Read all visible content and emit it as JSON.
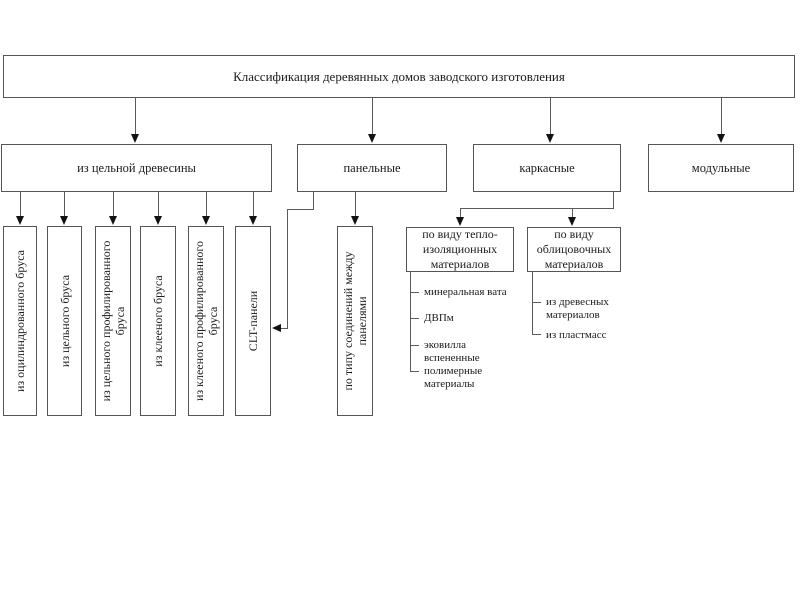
{
  "title": "Классификация деревянных домов заводского изготовления",
  "colors": {
    "line": "#5a5a5a",
    "arrow": "#121212",
    "text": "#1b1b1b",
    "background": "#ffffff"
  },
  "branches": {
    "solid_wood": {
      "label": "из цельной древесины",
      "children": [
        {
          "label": "из оцилиндрованного бруса"
        },
        {
          "label": "из цельного бруса"
        },
        {
          "lines": [
            "из цельного профилированного",
            "бруса"
          ]
        },
        {
          "label": "из клееного бруса"
        },
        {
          "lines": [
            "из клееного профилированного",
            "бруса"
          ]
        },
        {
          "label": "CLT-панели"
        }
      ]
    },
    "panel": {
      "label": "панельные",
      "children": [
        {
          "lines": [
            "по типу соединений между",
            "панелями"
          ]
        }
      ]
    },
    "frame": {
      "label": "каркасные",
      "children": [
        {
          "lines": [
            "по виду тепло-",
            "изоляционных",
            "материалов"
          ],
          "items": [
            "минеральная вата",
            "ДВПм",
            "эковилла",
            "вспененные полимерные материалы"
          ]
        },
        {
          "lines": [
            "по виду",
            "облицовочных",
            "материалов"
          ],
          "items": [
            "из древесных материалов",
            "из пластмасс"
          ]
        }
      ]
    },
    "modular": {
      "label": "модульные"
    }
  }
}
